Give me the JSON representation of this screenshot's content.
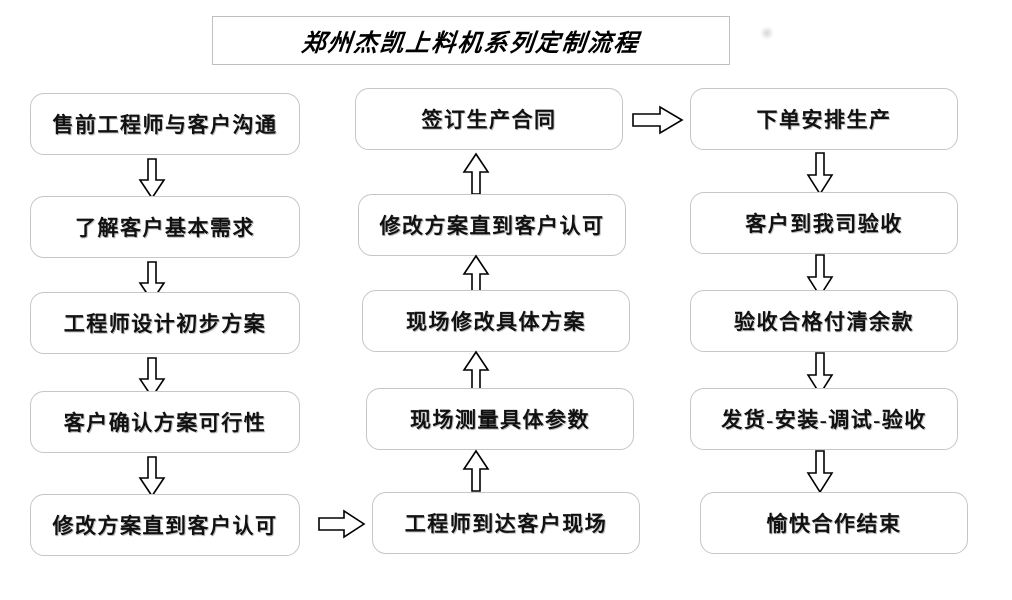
{
  "diagram": {
    "title": "郑州杰凯上料机系列定制流程",
    "type": "flowchart",
    "orientation": "three-column serpentine",
    "border_color": "#c6c6c6",
    "text_color": "#111111",
    "background_color": "#ffffff",
    "columns": [
      {
        "name": "left-column",
        "flow_direction": "down",
        "nodes": [
          {
            "id": "l1",
            "label": "售前工程师与客户沟通"
          },
          {
            "id": "l2",
            "label": "了解客户基本需求"
          },
          {
            "id": "l3",
            "label": "工程师设计初步方案"
          },
          {
            "id": "l4",
            "label": "客户确认方案可行性"
          },
          {
            "id": "l5",
            "label": "修改方案直到客户认可"
          }
        ]
      },
      {
        "name": "middle-column",
        "flow_direction": "up",
        "nodes": [
          {
            "id": "m1",
            "label": "签订生产合同"
          },
          {
            "id": "m2",
            "label": "修改方案直到客户认可"
          },
          {
            "id": "m3",
            "label": "现场修改具体方案"
          },
          {
            "id": "m4",
            "label": "现场测量具体参数"
          },
          {
            "id": "m5",
            "label": "工程师到达客户现场"
          }
        ]
      },
      {
        "name": "right-column",
        "flow_direction": "down",
        "nodes": [
          {
            "id": "r1",
            "label": "下单安排生产"
          },
          {
            "id": "r2",
            "label": "客户到我司验收"
          },
          {
            "id": "r3",
            "label": "验收合格付清余款"
          },
          {
            "id": "r4",
            "label": "发货-安装-调试-验收"
          },
          {
            "id": "r5",
            "label": "愉快合作结束"
          }
        ]
      }
    ],
    "connectors": [
      {
        "id": "a-l1-l2",
        "from": "l1",
        "to": "l2",
        "direction": "down"
      },
      {
        "id": "a-l2-l3",
        "from": "l2",
        "to": "l3",
        "direction": "down"
      },
      {
        "id": "a-l3-l4",
        "from": "l3",
        "to": "l4",
        "direction": "down"
      },
      {
        "id": "a-l4-l5",
        "from": "l4",
        "to": "l5",
        "direction": "down"
      },
      {
        "id": "a-l5-m5",
        "from": "l5",
        "to": "m5",
        "direction": "right"
      },
      {
        "id": "a-m5-m4",
        "from": "m5",
        "to": "m4",
        "direction": "up"
      },
      {
        "id": "a-m4-m3",
        "from": "m4",
        "to": "m3",
        "direction": "up"
      },
      {
        "id": "a-m3-m2",
        "from": "m3",
        "to": "m2",
        "direction": "up"
      },
      {
        "id": "a-m2-m1",
        "from": "m2",
        "to": "m1",
        "direction": "up"
      },
      {
        "id": "a-m1-r1",
        "from": "m1",
        "to": "r1",
        "direction": "right"
      },
      {
        "id": "a-r1-r2",
        "from": "r1",
        "to": "r2",
        "direction": "down"
      },
      {
        "id": "a-r2-r3",
        "from": "r2",
        "to": "r3",
        "direction": "down"
      },
      {
        "id": "a-r3-r4",
        "from": "r3",
        "to": "r4",
        "direction": "down"
      },
      {
        "id": "a-r4-r5",
        "from": "r4",
        "to": "r5",
        "direction": "down"
      }
    ]
  }
}
